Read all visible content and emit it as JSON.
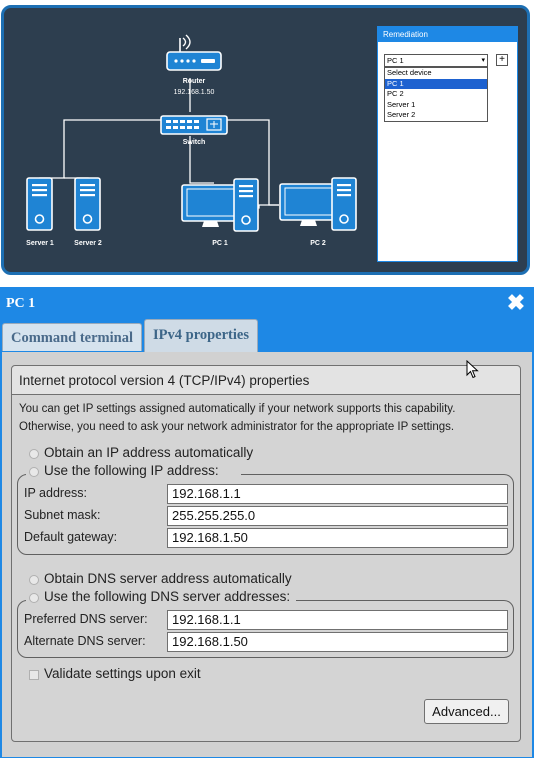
{
  "network": {
    "router": {
      "label": "Router",
      "ip": "192.168.1.50"
    },
    "switch": {
      "label": "Switch"
    },
    "devices": [
      {
        "id": "server1",
        "label": "Server 1"
      },
      {
        "id": "server2",
        "label": "Server 2"
      },
      {
        "id": "pc1",
        "label": "PC 1"
      },
      {
        "id": "pc2",
        "label": "PC 2"
      }
    ]
  },
  "remediation": {
    "title": "Remediation",
    "selected": "PC 1",
    "add_label": "+",
    "options": [
      "Select device",
      "PC 1",
      "PC 2",
      "Server 1",
      "Server 2"
    ]
  },
  "dialog": {
    "title": "PC 1",
    "close_icon": "close-icon",
    "tabs": [
      {
        "label": "Command terminal",
        "active": false
      },
      {
        "label": "IPv4 properties",
        "active": true
      }
    ],
    "section_title": "Internet protocol version 4 (TCP/IPv4) properties",
    "description_line1": "You can get IP settings assigned automatically if your network supports this capability.",
    "description_line2": "Otherwise, you need to ask your network administrator for the appropriate IP settings.",
    "ip_auto_label": "Obtain an IP address automatically",
    "ip_manual_label": "Use the following IP address:",
    "ip_address_label": "IP address:",
    "ip_address_value": "192.168.1.1",
    "subnet_label": "Subnet mask:",
    "subnet_value": "255.255.255.0",
    "gateway_label": "Default gateway:",
    "gateway_value": "192.168.1.50",
    "dns_auto_label": "Obtain DNS server address automatically",
    "dns_manual_label": "Use the following DNS server addresses:",
    "preferred_dns_label": "Preferred DNS server:",
    "preferred_dns_value": "192.168.1.1",
    "alternate_dns_label": "Alternate DNS server:",
    "alternate_dns_value": "192.168.1.50",
    "validate_label": "Validate settings upon exit",
    "advanced_label": "Advanced..."
  },
  "colors": {
    "panel_bg": "#2d3e4f",
    "accent": "#1e88e5",
    "device_blue": "#1f84d4"
  }
}
